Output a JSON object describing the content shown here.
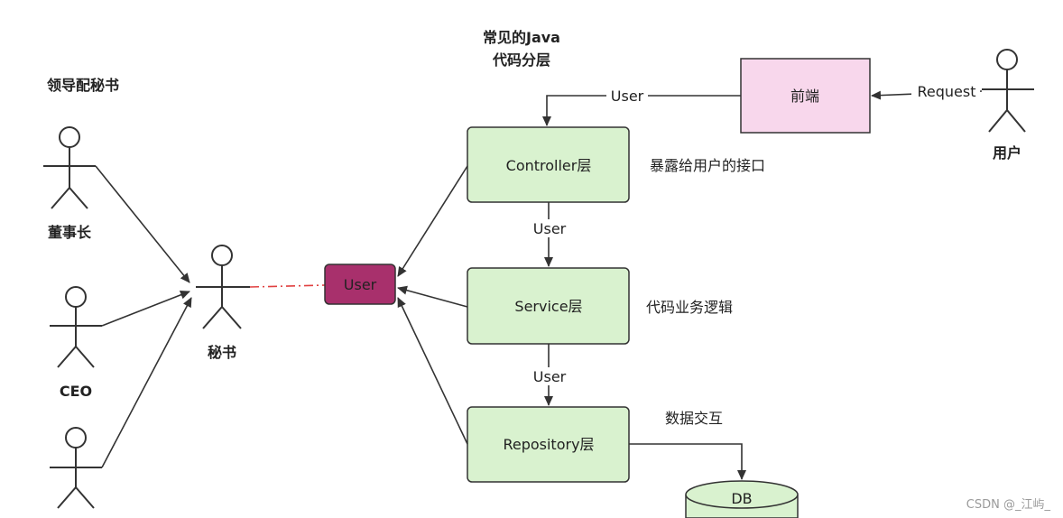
{
  "title": [
    "常见的Java",
    "代码分层"
  ],
  "left_title": "领导配秘书",
  "actors": {
    "chairman": "董事长",
    "ceo": "CEO",
    "secretary": "秘书",
    "user": "用户"
  },
  "boxes": {
    "frontend": "前端",
    "controller": "Controller层",
    "service": "Service层",
    "repository": "Repository层",
    "user": "User",
    "db": "DB"
  },
  "edge_labels": {
    "request": "Request",
    "frontend_to_controller": "User",
    "controller_to_service": "User",
    "service_to_repository": "User"
  },
  "annotations": {
    "controller": "暴露给用户的接口",
    "service": "代码业务逻辑",
    "repository": "数据交互"
  },
  "watermark": "CSDN @_江屿_",
  "colors": {
    "layer_fill": "#d9f2cf",
    "frontend_fill": "#f8d7ec",
    "user_fill": "#a8306c",
    "dash_line": "#e04040"
  }
}
